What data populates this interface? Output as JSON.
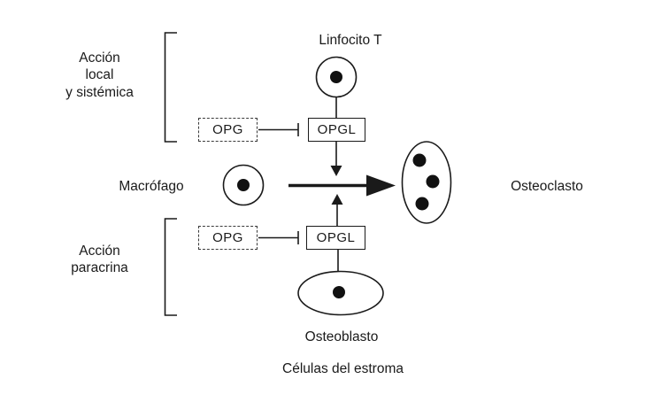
{
  "labels": {
    "linfocito_t": "Linfocito T",
    "accion_local": "Acción\nlocal\ny sistémica",
    "macrofago": "Macrófago",
    "osteoclasto": "Osteoclasto",
    "accion_paracrina": "Acción\nparacrina",
    "osteoblasto": "Osteoblasto",
    "celulas_estroma": "Células del estroma"
  },
  "boxes": {
    "opg_top": "OPG",
    "opgl_top": "OPGL",
    "opg_bottom": "OPG",
    "opgl_bottom": "OPGL"
  },
  "colors": {
    "line": "#1a1a1a",
    "nucleus_dot": "#111111",
    "background": "#ffffff"
  }
}
